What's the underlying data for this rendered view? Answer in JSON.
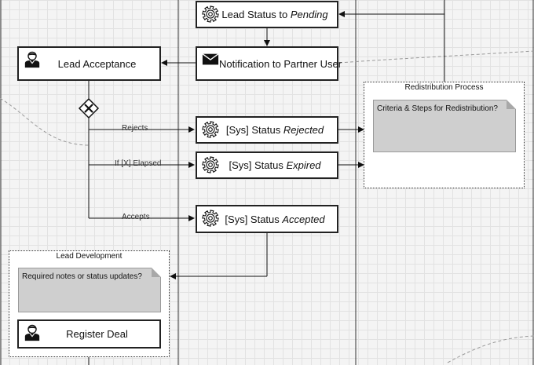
{
  "nodes": {
    "lead_status_pending": {
      "prefix": "Lead Status to ",
      "emph": "Pending"
    },
    "notification": {
      "label": "Notification to Partner User"
    },
    "lead_acceptance": {
      "label": "Lead Acceptance"
    },
    "sys_rejected": {
      "prefix": "[Sys] Status ",
      "emph": "Rejected"
    },
    "sys_expired": {
      "prefix": "[Sys] Status ",
      "emph": "Expired"
    },
    "sys_accepted": {
      "prefix": "[Sys] Status ",
      "emph": "Accepted"
    },
    "register_deal": {
      "label": "Register Deal"
    }
  },
  "groups": {
    "redistribution": {
      "title": "Redistribution Process",
      "note": "Criteria & Steps for Redistribution?"
    },
    "lead_development": {
      "title": "Lead Development",
      "note": "Required notes or status updates?"
    }
  },
  "edges": {
    "rejects": "Rejects",
    "elapsed": "If [X] Elapsed",
    "accepts": "Accepts"
  },
  "icons": {
    "gear": "gear-icon",
    "envelope": "envelope-icon",
    "user": "user-icon",
    "gateway": "exclusive-gateway-icon"
  }
}
